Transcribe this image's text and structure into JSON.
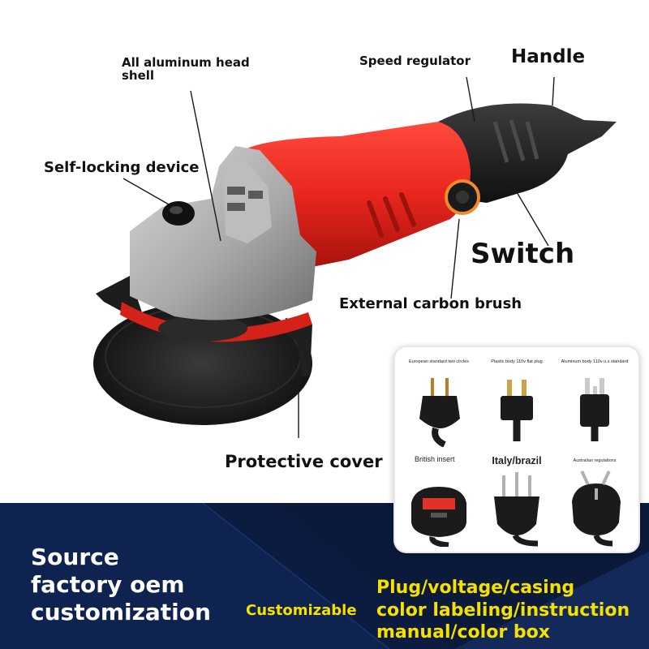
{
  "callouts": {
    "head_shell": "All aluminum head shell",
    "speed_regulator": "Speed regulator",
    "handle": "Handle",
    "self_locking": "Self-locking device",
    "switch": "Switch",
    "carbon_brush": "External carbon brush",
    "protective_cover": "Protective cover"
  },
  "plugs": [
    {
      "label": "European standard two circles",
      "icon": "eu-plug-icon"
    },
    {
      "label": "Plastic body 110v flat plug",
      "icon": "us-flat-plug-icon"
    },
    {
      "label": "Aluminum body 110v u.s standard",
      "icon": "us-ground-plug-icon"
    },
    {
      "label": "British insert",
      "icon": "uk-plug-icon"
    },
    {
      "label": "Italy/brazil",
      "icon": "italy-brazil-plug-icon"
    },
    {
      "label": "Australian regulations",
      "icon": "au-plug-icon"
    }
  ],
  "banner": {
    "line1": "Source",
    "line2": "factory oem",
    "line3": "customization",
    "customizable": "Customizable",
    "opt1": "Plug/voltage/casing",
    "opt2": "color labeling/instruction",
    "opt3": "manual/color box"
  },
  "colors": {
    "body_red": "#e8261e",
    "banner_navy": "#0b1a3a",
    "highlight_yellow": "#f5e000"
  }
}
